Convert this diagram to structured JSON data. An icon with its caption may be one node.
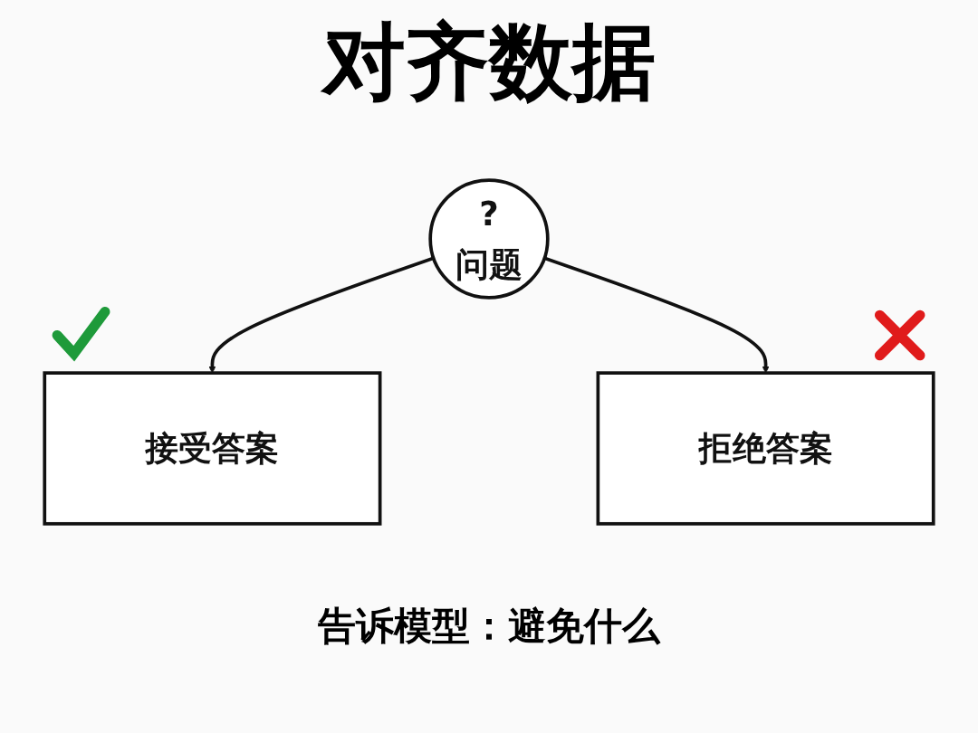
{
  "diagram": {
    "title": "对齐数据",
    "nodes": [
      {
        "text": [
          "?",
          "问题"
        ]
      },
      {
        "text": [
          "接受答案"
        ]
      },
      {
        "text": [
          "拒绝答案"
        ]
      }
    ],
    "edges": [
      {
        "from": 0,
        "to": 1,
        "arrow": "to"
      },
      {
        "from": 0,
        "to": 2,
        "arrow": "to"
      }
    ],
    "caption": "告诉模型：避免什么"
  }
}
